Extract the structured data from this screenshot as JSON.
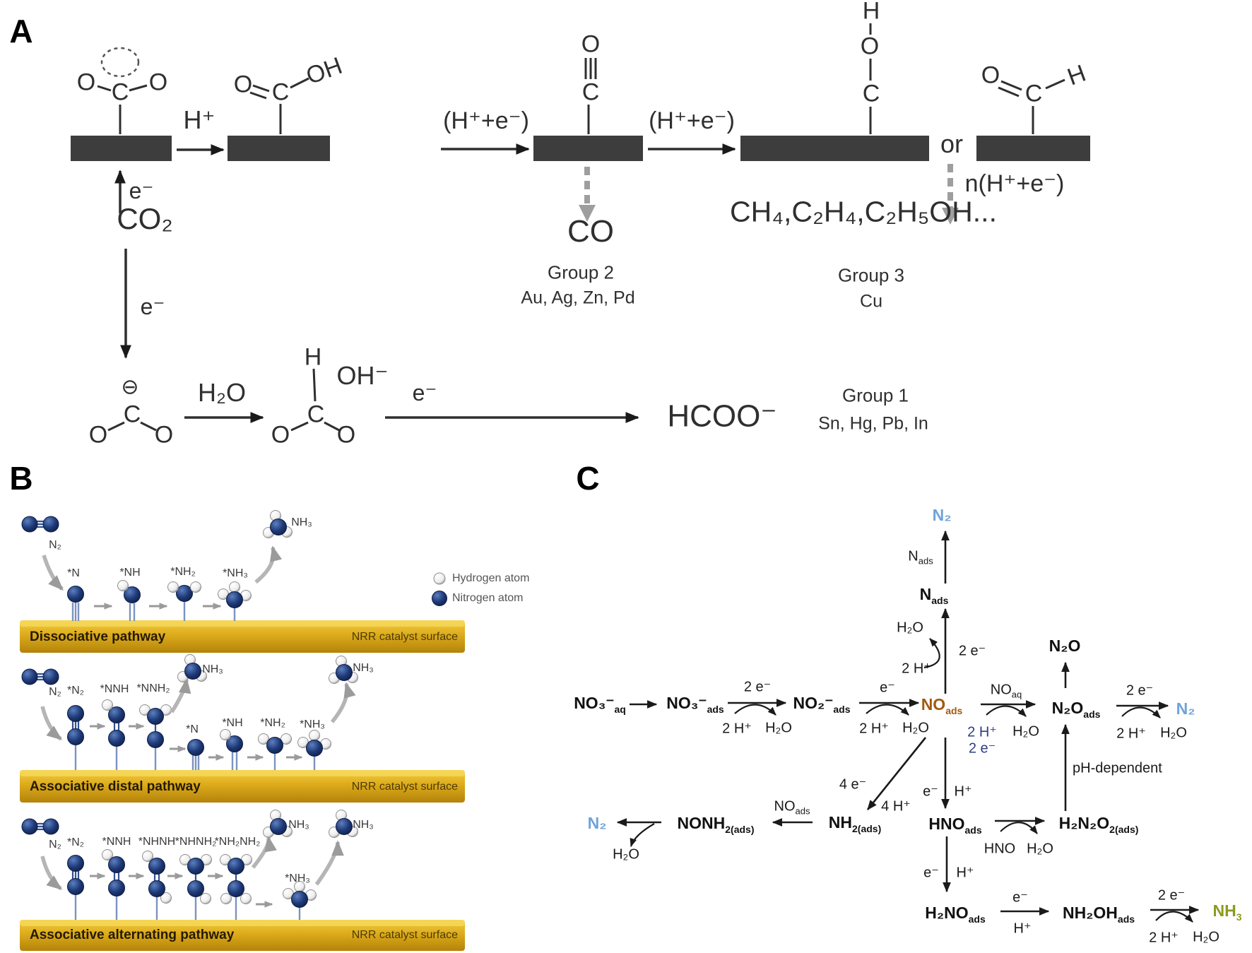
{
  "figure": {
    "panel_a": "A",
    "panel_b": "B",
    "panel_c": "C"
  },
  "colors": {
    "accent_orange": "#a3590e",
    "accent_blue": "#6fa3d9",
    "accent_olive": "#8d9b1d",
    "accent_navy": "#2b3f86",
    "surface_yellow": "#dca619",
    "slab_dark": "#3d3d3d"
  },
  "atoms": {
    "o": "O",
    "c": "C",
    "h": "H",
    "oh": "OH",
    "charge": "⊖"
  },
  "panelA": {
    "h_plus": "H⁺",
    "h_e": "(H⁺+e⁻)",
    "n_h_e": "n(H⁺+e⁻)",
    "or_label": "or",
    "e_minus": "e⁻",
    "co2": "CO₂",
    "co": "CO",
    "h2o": "H₂O",
    "oh_minus": "OH⁻",
    "hcoo": "HCOO⁻",
    "products": "CH₄,C₂H₄,C₂H₅OH...",
    "group1": "Group 1",
    "group1_metals": "Sn, Hg, Pb, In",
    "group2": "Group 2",
    "group2_metals": "Au, Ag, Zn, Pd",
    "group3": "Group 3",
    "group3_metals": "Cu"
  },
  "panelB": {
    "titles": {
      "row1": "Dissociative pathway",
      "row2": "Associative distal pathway",
      "row3": "Associative alternating pathway"
    },
    "surface": "NRR catalyst surface",
    "legend": {
      "hydrogen": "Hydrogen atom",
      "nitrogen": "Nitrogen atom"
    },
    "species": {
      "n2": "N₂",
      "nh3": "NH₃",
      "sN": "*N",
      "sNH": "*NH",
      "sNH2": "*NH₂",
      "sNH3": "*NH₃",
      "sN2": "*N₂",
      "sNNH": "*NNH",
      "sNNH2": "*NNH₂",
      "sNHNH": "*NHNH",
      "sNHNH2": "*NHNH₂",
      "sNH2NH2": "*NH₂NH₂"
    }
  },
  "panelC": {
    "species": {
      "n2_top": {
        "t": "N₂",
        "s": ""
      },
      "nads_flow": {
        "t": "N",
        "s": "ads"
      },
      "nads": {
        "t": "N",
        "s": "ads"
      },
      "no3aq": {
        "t": "NO₃⁻",
        "s": "aq"
      },
      "no3ads": {
        "t": "NO₃⁻",
        "s": "ads"
      },
      "no2ads": {
        "t": "NO₂⁻",
        "s": "ads"
      },
      "noads": {
        "t": "NO",
        "s": "ads"
      },
      "noaq": {
        "t": "NO",
        "s": "aq"
      },
      "n2oads": {
        "t": "N₂O",
        "s": "ads"
      },
      "n2o": {
        "t": "N₂O",
        "s": ""
      },
      "n2_right": {
        "t": "N₂",
        "s": ""
      },
      "n2_left": {
        "t": "N₂",
        "s": ""
      },
      "hnoads": {
        "t": "HNO",
        "s": "ads"
      },
      "nh2ads": {
        "t": "NH",
        "s": "2(ads)"
      },
      "nonh2ads": {
        "t": "NONH",
        "s": "2(ads)"
      },
      "h2n2o2ads": {
        "t": "H₂N₂O",
        "s": "2(ads)"
      },
      "h2noads": {
        "t": "H₂NO",
        "s": "ads"
      },
      "nh2ohads": {
        "t": "NH₂OH",
        "s": "ads"
      },
      "nh3": {
        "t": "NH",
        "s": "3"
      },
      "noads_lbl": {
        "t": "NO",
        "s": "ads"
      }
    },
    "labels": {
      "e1": "e⁻",
      "h1": "H⁺",
      "e2": "2 e⁻",
      "h2": "2 H⁺",
      "h2o": "H₂O",
      "e4": "4 e⁻",
      "h4": "4 H⁺",
      "hno": "HNO",
      "ph": "pH-dependent"
    }
  }
}
